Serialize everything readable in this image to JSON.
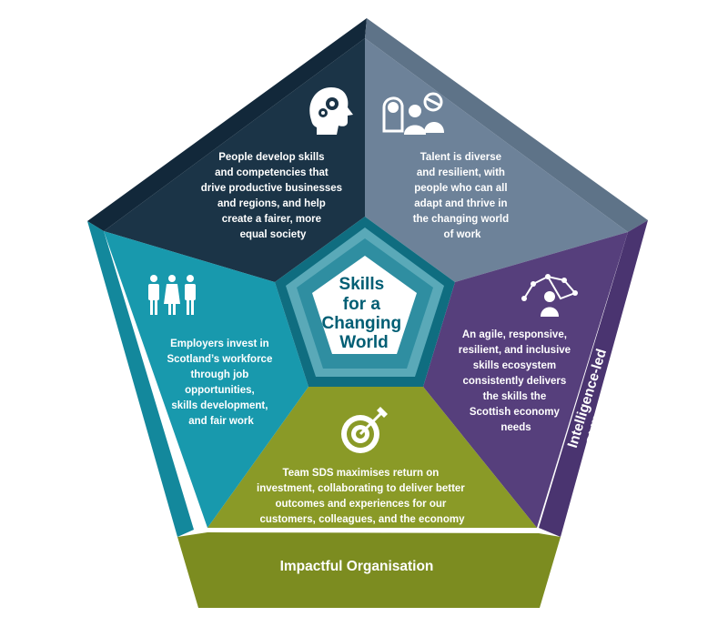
{
  "centre": {
    "lines": [
      "Skills",
      "for a",
      "Changing",
      "World"
    ],
    "color": "#005e74"
  },
  "segments": [
    {
      "id": "industry",
      "title": "Industry-focused Skills",
      "icon": "head-gears-icon",
      "color": "#1b3447",
      "band_color": "#12283a",
      "lines": [
        "People develop skills",
        "and competencies that",
        "drive productive businesses",
        "and regions, and help",
        "create a fairer, more",
        "equal society"
      ]
    },
    {
      "id": "inclusive",
      "title": "Inclusive Talent Pool",
      "icon": "diverse-people-icon",
      "color": "#6d8299",
      "band_color": "#5e7388",
      "lines": [
        "Talent is diverse",
        "and resilient, with",
        "people who can all",
        "adapt and thrive in",
        "the changing world",
        "of work"
      ]
    },
    {
      "id": "intelligence",
      "title": "Intelligence-led Skills System",
      "title_lines": [
        "Intelligence-led",
        "Skills System"
      ],
      "icon": "network-person-icon",
      "color": "#563f7c",
      "band_color": "#4a3470",
      "lines": [
        "An agile, responsive,",
        "resilient, and inclusive",
        "skills ecosystem",
        "consistently delivers",
        "the skills the",
        "Scottish economy",
        "needs"
      ]
    },
    {
      "id": "impactful",
      "title": "Impactful Organisation",
      "icon": "target-arrow-icon",
      "color": "#8a9a27",
      "band_color": "#7c8c20",
      "lines": [
        "Team SDS maximises return on",
        "investment, collaborating to deliver better",
        "outcomes and experiences for our",
        "customers, colleagues, and the economy"
      ]
    },
    {
      "id": "employers",
      "title": "Invested Employers",
      "icon": "three-people-icon",
      "color": "#1899ad",
      "band_color": "#13889c",
      "lines": [
        "Employers invest in",
        "Scotland’s workforce",
        "through job",
        "opportunities,",
        "skills development,",
        "and fair work"
      ]
    }
  ]
}
